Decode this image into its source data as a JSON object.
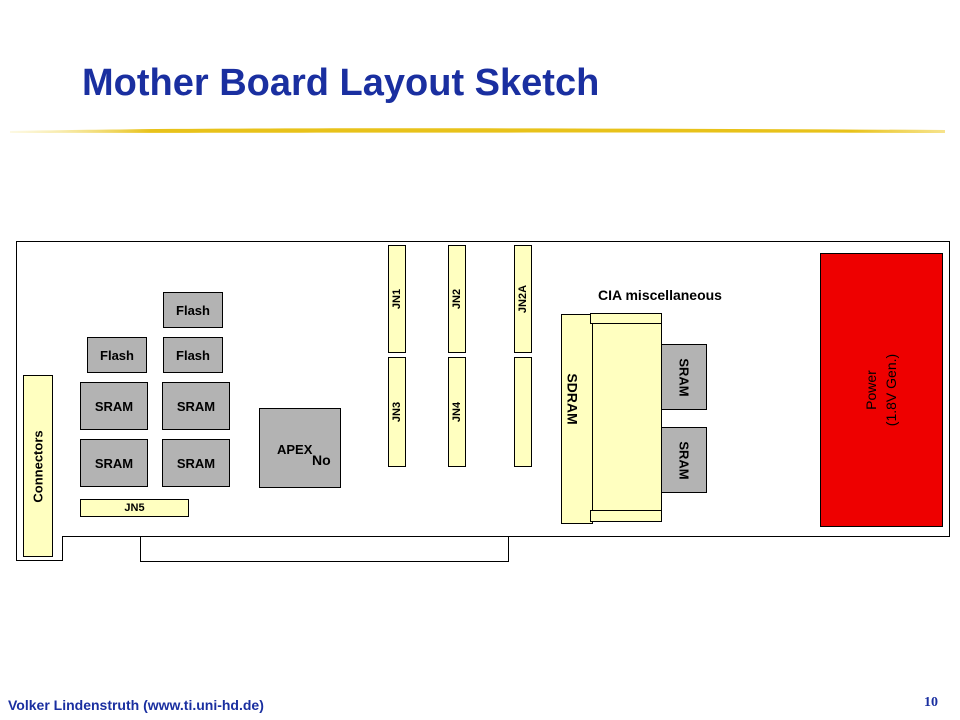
{
  "slide": {
    "title": "Mother Board Layout Sketch",
    "footer": "Volker Lindenstruth (www.ti.uni-hd.de)",
    "page_number": "10"
  },
  "colors": {
    "title": "#1a2fa0",
    "underline": "#e8c21a",
    "chip_gray": "#b3b3b3",
    "connector_yellow": "#ffffc0",
    "power_red": "#ee0000"
  },
  "board": {
    "connectors_label": "Connectors",
    "flash_top": "Flash",
    "flash_left": "Flash",
    "flash_right": "Flash",
    "sram_1": "SRAM",
    "sram_2": "SRAM",
    "sram_3": "SRAM",
    "sram_4": "SRAM",
    "jn5": "JN5",
    "apex": "APEX",
    "apex_note": "No",
    "jn1": "JN1",
    "jn2": "JN2",
    "jn2a": "JN2A",
    "jn3": "JN3",
    "jn4": "JN4",
    "cia_label": "CIA miscellaneous",
    "sdram": "SDRAM",
    "sram_right_1": "SRAM",
    "sram_right_2": "SRAM",
    "power_line1": "Power",
    "power_line2": "(1.8V Gen.)"
  }
}
